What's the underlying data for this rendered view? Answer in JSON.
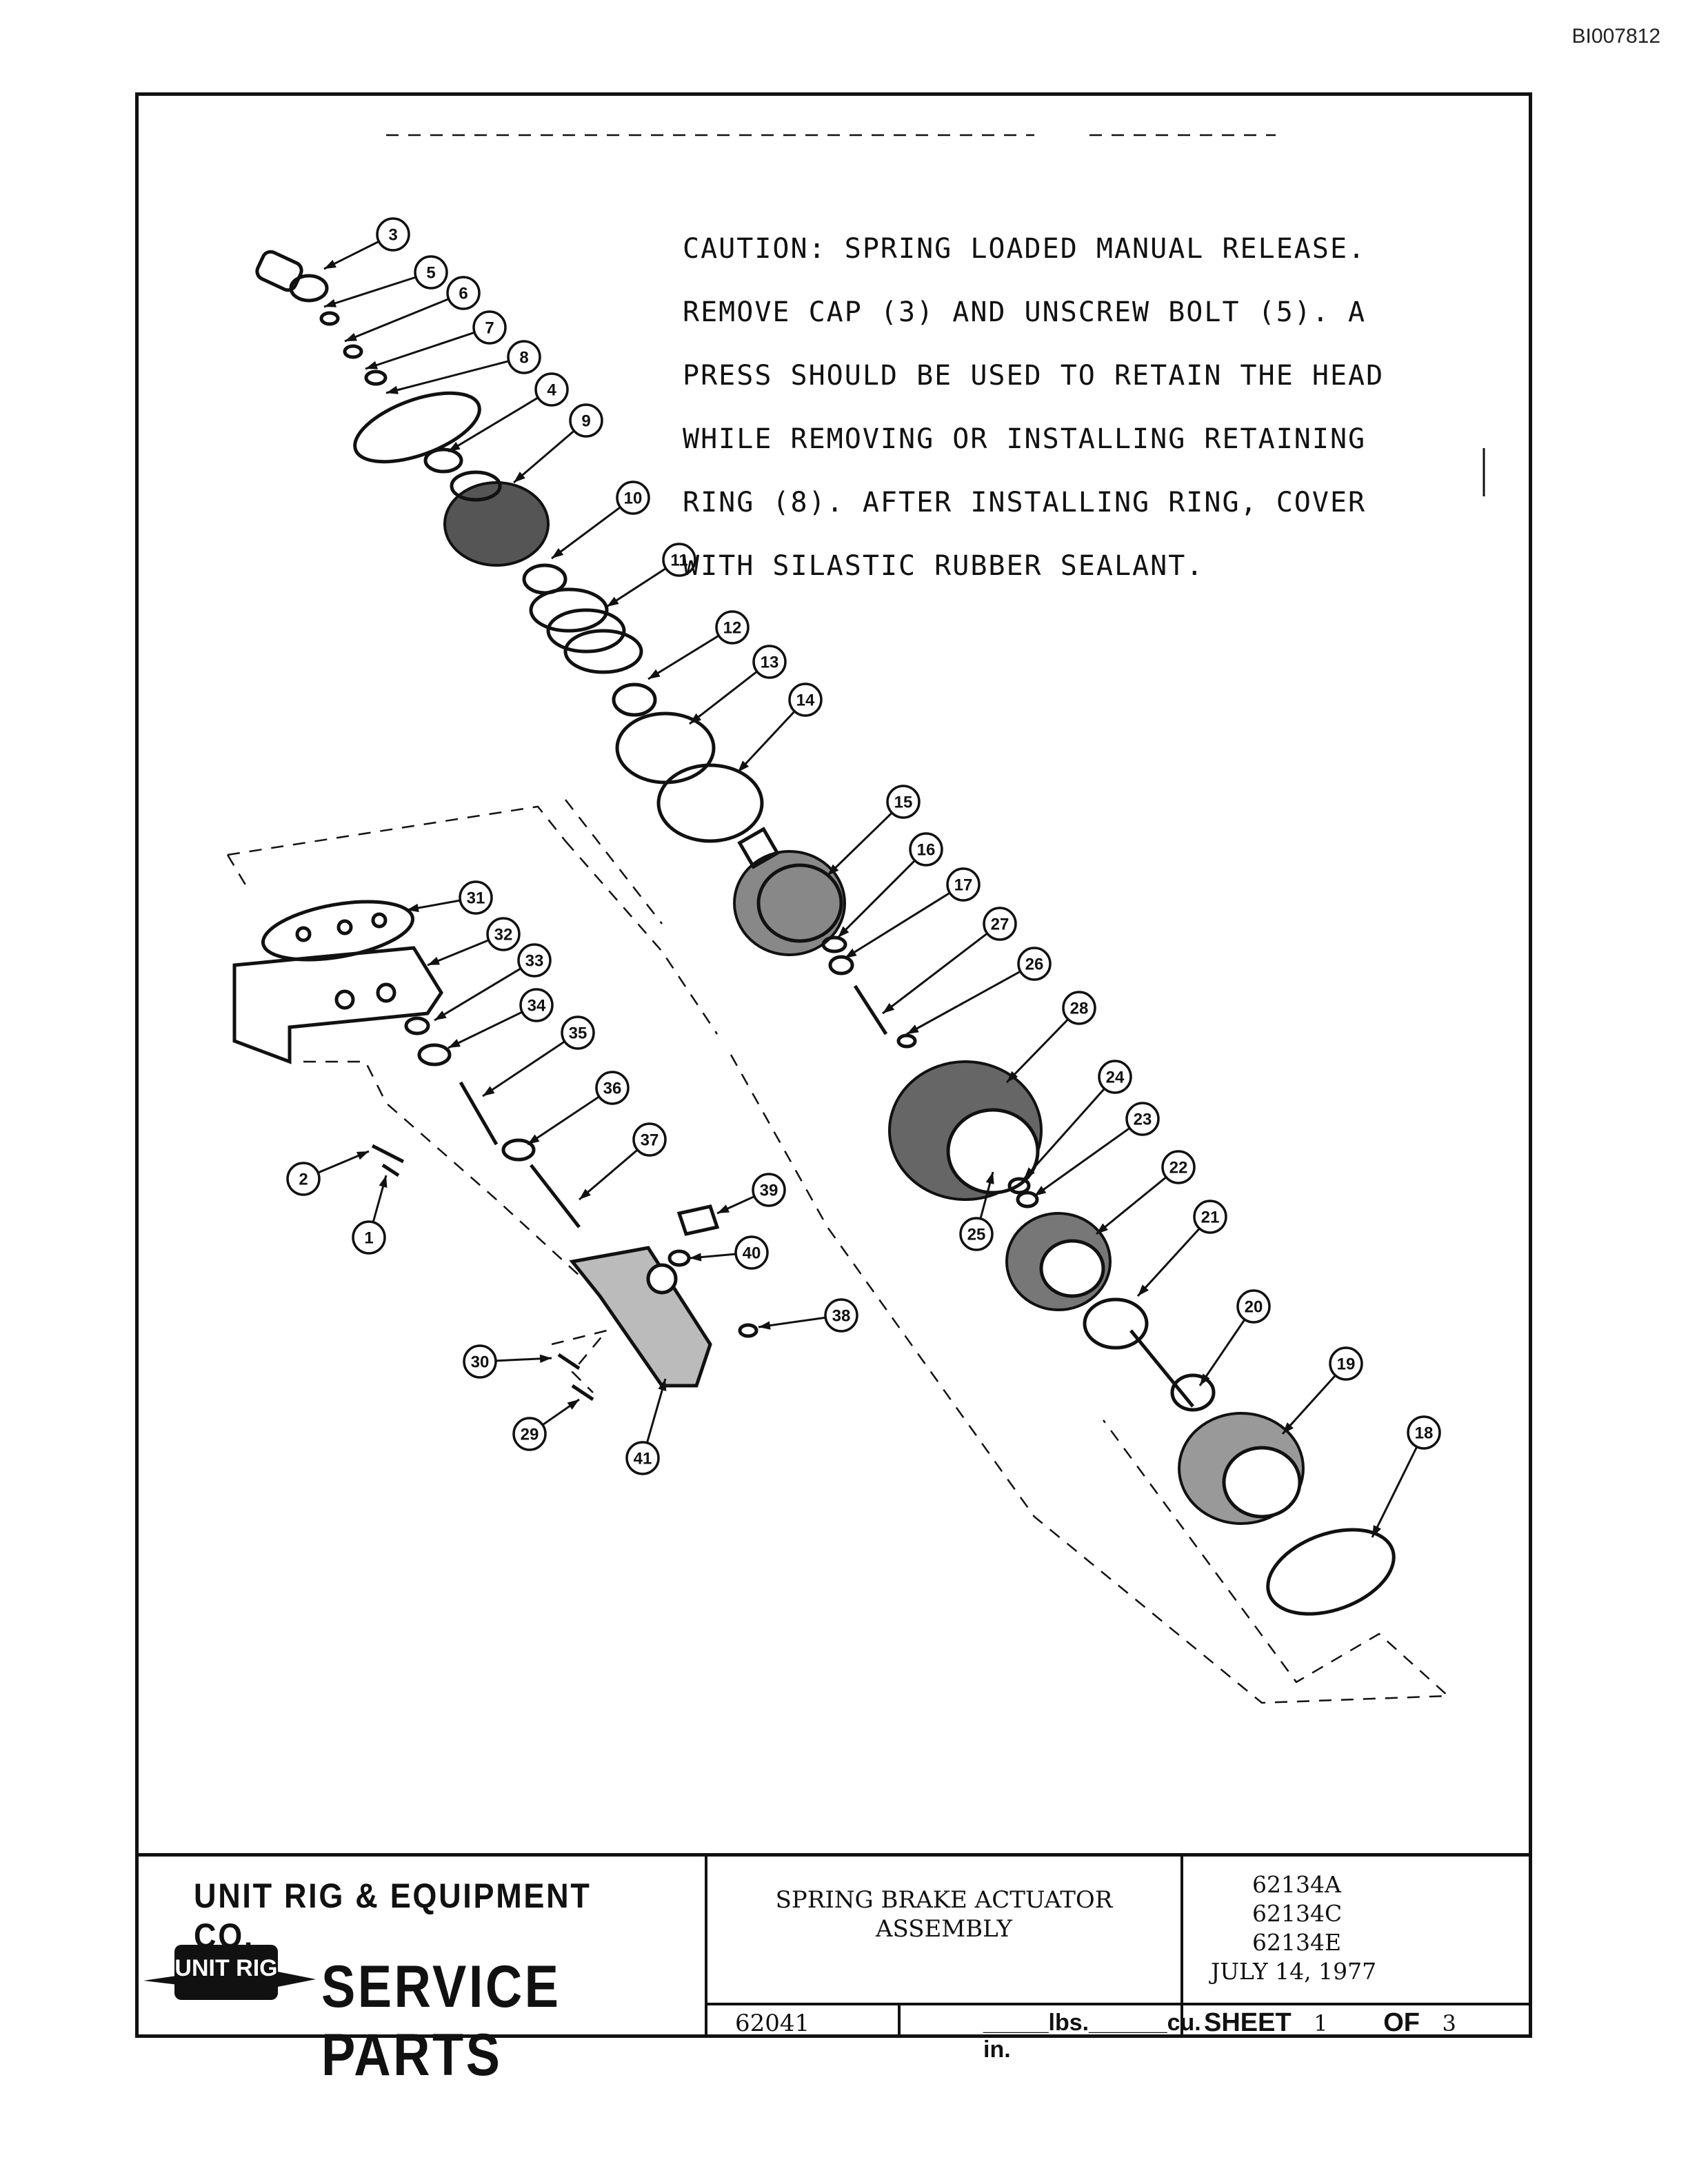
{
  "document": {
    "id": "BI007812"
  },
  "caution": {
    "lines": [
      "CAUTION:  SPRING LOADED MANUAL RELEASE.",
      "REMOVE CAP (3) AND UNSCREW BOLT (5). A",
      "PRESS SHOULD BE USED TO RETAIN THE HEAD",
      "WHILE REMOVING OR INSTALLING RETAINING",
      "RING (8).  AFTER INSTALLING RING, COVER",
      "WITH SILASTIC RUBBER SEALANT."
    ]
  },
  "callouts": [
    "3",
    "5",
    "6",
    "7",
    "8",
    "4",
    "9",
    "10",
    "11",
    "12",
    "13",
    "14",
    "15",
    "16",
    "17",
    "27",
    "26",
    "28",
    "24",
    "23",
    "22",
    "21",
    "20",
    "19",
    "18",
    "25",
    "31",
    "32",
    "33",
    "34",
    "35",
    "36",
    "37",
    "2",
    "1",
    "39",
    "40",
    "38",
    "30",
    "29",
    "41"
  ],
  "title_block": {
    "company": "UNIT RIG & EQUIPMENT CO.",
    "logo_text": "UNIT RIG",
    "service": "SERVICE PARTS",
    "title_line1": "SPRING BRAKE ACTUATOR",
    "title_line2": "ASSEMBLY",
    "part_numbers": [
      "62134A",
      "62134C",
      "62134E"
    ],
    "date": "JULY 14, 1977",
    "ref_number": "62041",
    "weight_label": "_____lbs.______cu. in.",
    "sheet_label": "SHEET",
    "sheet_number": "1",
    "of_label": "OF",
    "sheet_total": "3"
  }
}
